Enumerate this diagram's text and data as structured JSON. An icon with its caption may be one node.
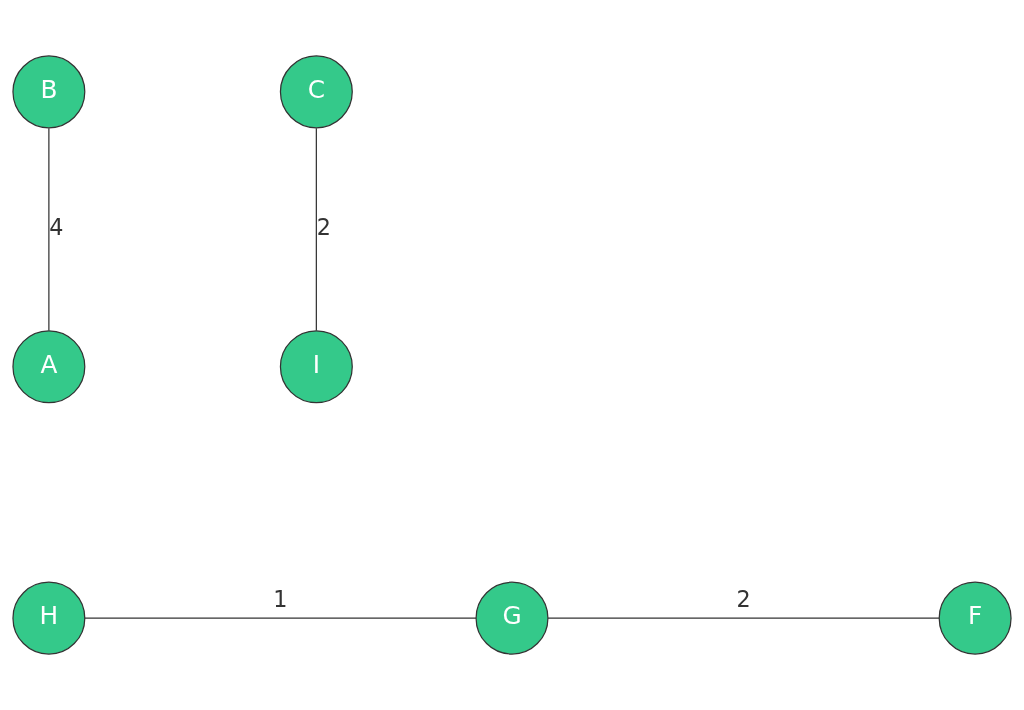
{
  "diagram": {
    "nodes": [
      {
        "text": [
          "B"
        ]
      },
      {
        "text": [
          "C"
        ]
      },
      {
        "text": [
          "A"
        ]
      },
      {
        "text": [
          "I"
        ]
      },
      {
        "text": [
          "H"
        ]
      },
      {
        "text": [
          "G"
        ]
      },
      {
        "text": [
          "F"
        ]
      }
    ],
    "edges": [
      {
        "from": 2,
        "to": 0,
        "arrow": "none",
        "label": "4"
      },
      {
        "from": 1,
        "to": 3,
        "arrow": "none",
        "label": "2"
      },
      {
        "from": 4,
        "to": 5,
        "arrow": "none",
        "label": "1"
      },
      {
        "from": 5,
        "to": 6,
        "arrow": "none",
        "label": "2"
      }
    ]
  }
}
